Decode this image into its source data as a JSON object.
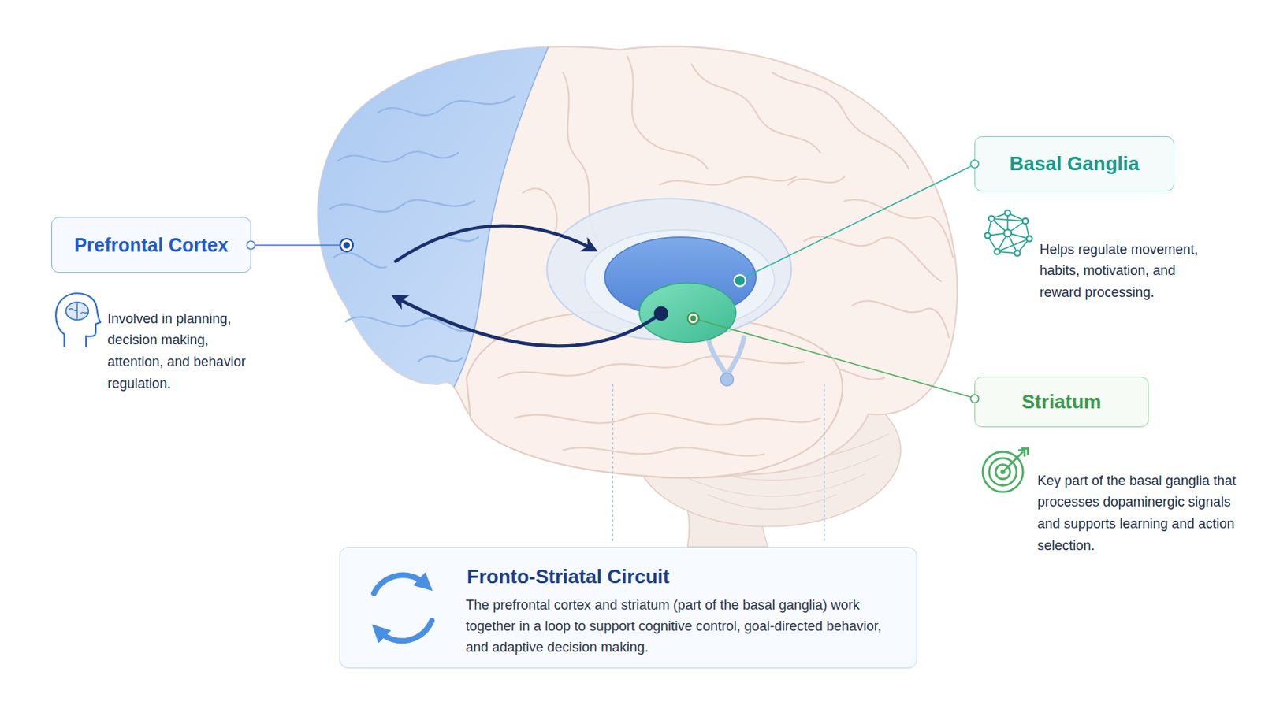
{
  "diagram": {
    "nodes": [
      {
        "text": [
          "Prefrontal Cortex",
          "Involved in planning, decision making, attention, and behavior regulation."
        ]
      },
      {
        "text": [
          "Basal Ganglia",
          "Helps regulate movement, habits, motivation, and reward processing."
        ]
      },
      {
        "text": [
          "Striatum",
          "Key part of the basal ganglia that processes dopaminergic signals and supports learning and action selection."
        ]
      },
      {
        "text": [
          "Fronto-Striatal Circuit",
          "The prefrontal cortex and striatum (part of the basal ganglia) work together in a loop to support cognitive control, goal-directed behavior, and adaptive decision making."
        ]
      }
    ]
  }
}
